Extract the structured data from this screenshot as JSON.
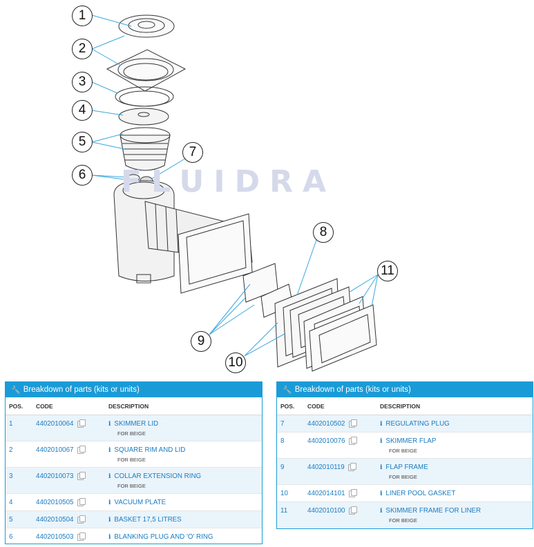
{
  "diagram": {
    "watermark": "FLUIDRA",
    "callouts": [
      "1",
      "2",
      "3",
      "4",
      "5",
      "6",
      "7",
      "8",
      "9",
      "10",
      "11"
    ]
  },
  "panels": [
    {
      "title": "Breakdown of parts (kits or units)",
      "headers": {
        "pos": "POS.",
        "code": "CODE",
        "desc": "DESCRIPTION"
      },
      "rows": [
        {
          "pos": "1",
          "code": "4402010064",
          "desc": "SKIMMER LID",
          "sub": "FOR BEIGE"
        },
        {
          "pos": "2",
          "code": "4402010067",
          "desc": "SQUARE RIM AND LID",
          "sub": "FOR BEIGE"
        },
        {
          "pos": "3",
          "code": "4402010073",
          "desc": "COLLAR EXTENSION RING",
          "sub": "FOR BEIGE"
        },
        {
          "pos": "4",
          "code": "4402010505",
          "desc": "VACUUM PLATE",
          "sub": ""
        },
        {
          "pos": "5",
          "code": "4402010504",
          "desc": "BASKET 17,5 LITRES",
          "sub": ""
        },
        {
          "pos": "6",
          "code": "4402010503",
          "desc": "BLANKING PLUG AND 'O' RING",
          "sub": ""
        }
      ]
    },
    {
      "title": "Breakdown of parts (kits or units)",
      "headers": {
        "pos": "POS.",
        "code": "CODE",
        "desc": "DESCRIPTION"
      },
      "rows": [
        {
          "pos": "7",
          "code": "4402010502",
          "desc": "REGULATING PLUG",
          "sub": ""
        },
        {
          "pos": "8",
          "code": "4402010076",
          "desc": "SKIMMER FLAP",
          "sub": "FOR BEIGE"
        },
        {
          "pos": "9",
          "code": "4402010119",
          "desc": "FLAP FRAME",
          "sub": "FOR BEIGE"
        },
        {
          "pos": "10",
          "code": "4402014101",
          "desc": "LINER POOL GASKET",
          "sub": ""
        },
        {
          "pos": "11",
          "code": "4402010100",
          "desc": "SKIMMER FRAME FOR LINER",
          "sub": "FOR BEIGE"
        }
      ]
    }
  ]
}
